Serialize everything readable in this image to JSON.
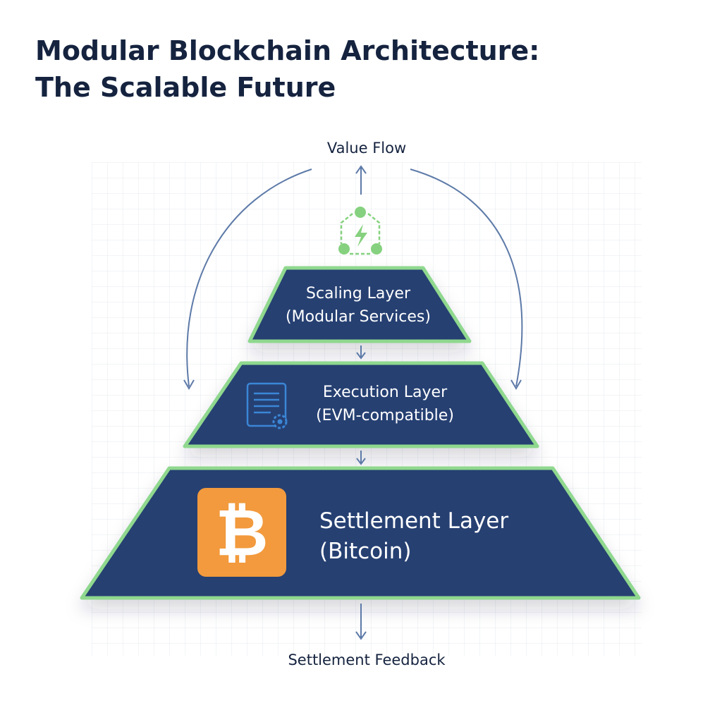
{
  "title": {
    "line1": "Modular Blockchain Architecture:",
    "line2": "The Scalable Future"
  },
  "flow": {
    "top_label": "Value Flow",
    "bottom_label": "Settlement Feedback"
  },
  "layers": {
    "scaling": {
      "name": "Scaling Layer",
      "detail": "(Modular Services)"
    },
    "execution": {
      "name": "Execution Layer",
      "detail": "(EVM-compatible)"
    },
    "settlement": {
      "name": "Settlement Layer",
      "detail": "(Bitcoin)"
    }
  },
  "icons": {
    "scaling": "lightning-network-icon",
    "execution": "contract-gear-icon",
    "settlement": "bitcoin-icon",
    "bitcoin_glyph": "₿"
  },
  "colors": {
    "layer_fill": "#253f72",
    "layer_border": "#8fd88e",
    "arrow": "#5d7aa8",
    "bitcoin_orange": "#f29a3d",
    "icon_green": "#86d17f",
    "icon_blue": "#3b86d6"
  }
}
